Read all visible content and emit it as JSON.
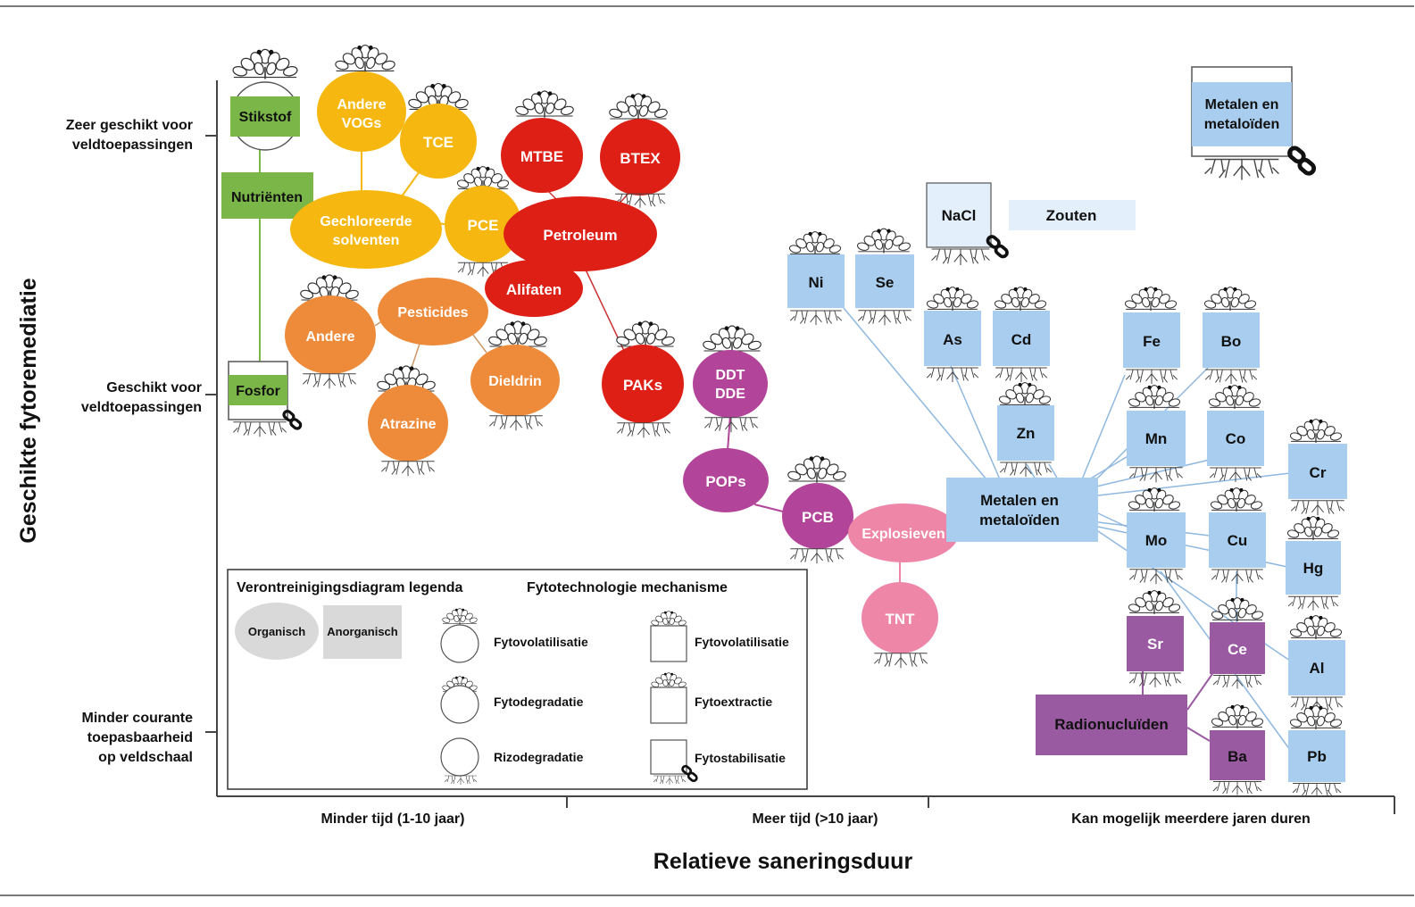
{
  "y_axis": {
    "title": "Geschikte fytoremediatie",
    "levels": [
      [
        "Zeer geschikt voor",
        "veldtoepassingen"
      ],
      [
        "Geschikt voor",
        "veldtoepassingen"
      ],
      [
        "Minder courante",
        "toepasbaarheid",
        "op veldschaal"
      ]
    ]
  },
  "x_axis": {
    "title": "Relatieve saneringsduur",
    "levels": [
      "Minder tijd (1-10 jaar)",
      "Meer tijd (>10 jaar)",
      "Kan mogelijk meerdere jaren duren"
    ]
  },
  "colors": {
    "green": "#7ab648",
    "yellow": "#f6b810",
    "orange": "#ee8b3a",
    "red": "#dd1f16",
    "magenta": "#b2449a",
    "pink": "#ee86a8",
    "blue": "#a8cdee",
    "lightblue": "#e3f0fb",
    "purple": "#9a5aa2"
  },
  "nodes": {
    "stikstof": "Stikstof",
    "nutrienten": "Nutriënten",
    "fosfor": "Fosfor",
    "andere_vogs": [
      "Andere",
      "VOGs"
    ],
    "tce": "TCE",
    "gechloreerde": [
      "Gechloreerde",
      "solventen"
    ],
    "pce": "PCE",
    "mtbe": "MTBE",
    "btex": "BTEX",
    "petroleum": "Petroleum",
    "alifaten": "Alifaten",
    "paks": "PAKs",
    "pesticides": "Pesticides",
    "andere": "Andere",
    "dieldrin": "Dieldrin",
    "atrazine": "Atrazine",
    "ddt": [
      "DDT",
      "DDE"
    ],
    "pops": "POPs",
    "pcb": "PCB",
    "explosieven": "Explosieven",
    "tnt": "TNT",
    "metalen_main": [
      "Metalen en",
      "metaloïden"
    ],
    "metalen_legend": [
      "Metalen en",
      "metaloïden"
    ],
    "nacl": "NaCl",
    "zouten": "Zouten",
    "ni": "Ni",
    "se": "Se",
    "as": "As",
    "cd": "Cd",
    "zn": "Zn",
    "fe": "Fe",
    "bo": "Bo",
    "mn": "Mn",
    "co": "Co",
    "cr": "Cr",
    "mo": "Mo",
    "cu": "Cu",
    "hg": "Hg",
    "al": "Al",
    "pb": "Pb",
    "sr": "Sr",
    "ce": "Ce",
    "ba": "Ba",
    "radionucliden": "Radionucluïden"
  },
  "legend": {
    "title_left": "Verontreinigingsdiagram legenda",
    "title_right": "Fytotechnologie mechanisme",
    "organisch": "Organisch",
    "anorganisch": "Anorganisch",
    "mech_circle": [
      "Fytovolatilisatie",
      "Fytodegradatie",
      "Rizodegradatie"
    ],
    "mech_square": [
      "Fytovolatilisatie",
      "Fytoextractie",
      "Fytostabilisatie"
    ]
  }
}
